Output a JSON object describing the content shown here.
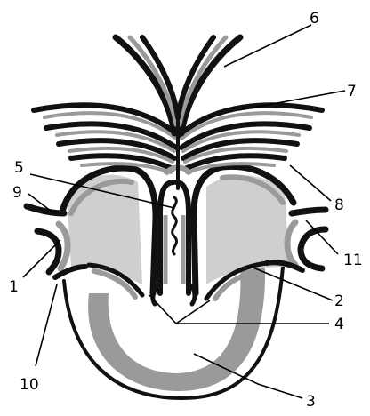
{
  "labels": [
    {
      "id": "1",
      "text": "1"
    },
    {
      "id": "2",
      "text": "2"
    },
    {
      "id": "3",
      "text": "3"
    },
    {
      "id": "4",
      "text": "4"
    },
    {
      "id": "5",
      "text": "5"
    },
    {
      "id": "6",
      "text": "6"
    },
    {
      "id": "7",
      "text": "7"
    },
    {
      "id": "8",
      "text": "8"
    },
    {
      "id": "9",
      "text": "9"
    },
    {
      "id": "10",
      "text": "10"
    },
    {
      "id": "11",
      "text": "11"
    }
  ],
  "colors": {
    "wall": "#111111",
    "tissue": "#8f8f8f",
    "cavity": "#c8c8c8",
    "background": "#ffffff"
  }
}
